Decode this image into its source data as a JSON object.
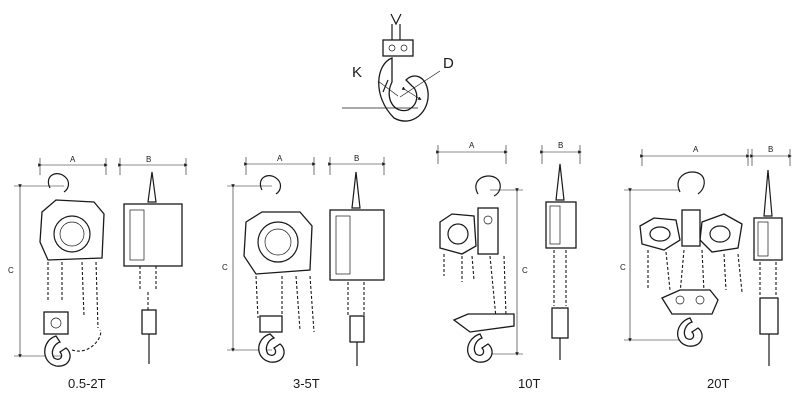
{
  "hook_detail": {
    "label_k": "K",
    "label_d": "D"
  },
  "dimensions": {
    "a": "A",
    "b": "B",
    "c": "C"
  },
  "models": [
    {
      "caption": "0.5-2T"
    },
    {
      "caption": "3-5T"
    },
    {
      "caption": "10T"
    },
    {
      "caption": "20T"
    }
  ]
}
